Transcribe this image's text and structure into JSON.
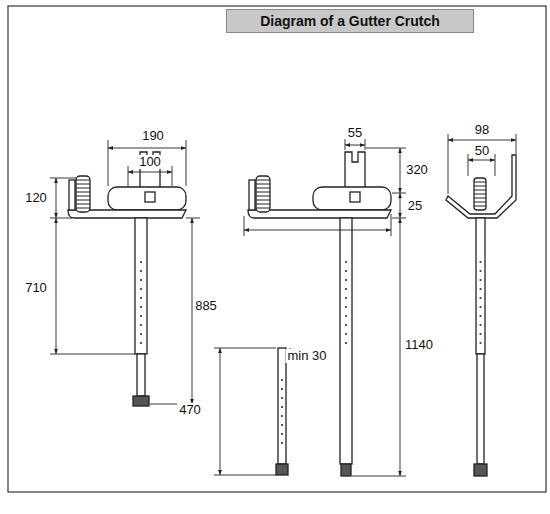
{
  "diagram": {
    "title": "Diagram of a Gutter Crutch",
    "labels": [
      "190",
      "100",
      "120",
      "710",
      "885",
      "470",
      "55",
      "320",
      "25",
      "min 30",
      "1140",
      "98",
      "50"
    ]
  }
}
